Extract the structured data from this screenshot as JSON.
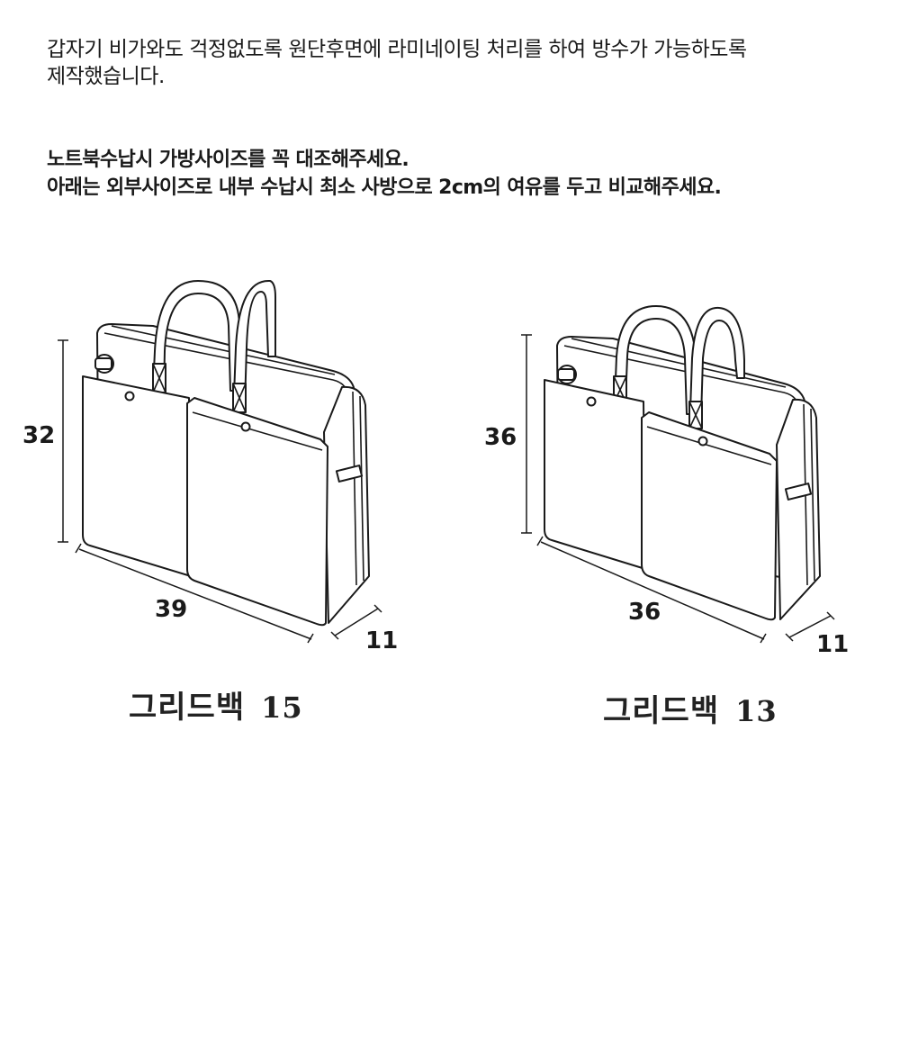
{
  "intro": {
    "line1": "갑자기 비가와도 걱정없도록 원단후면에 라미네이팅 처리를 하여 방수가 가능하도록",
    "line2": "제작했습니다."
  },
  "notice": {
    "line1": "노트북수납시 가방사이즈를 꼭 대조해주세요.",
    "line2": "아래는 외부사이즈로 내부 수납시 최소 사방으로 2cm의 여유를 두고 비교해주세요."
  },
  "bags": [
    {
      "name": "그리드백",
      "model": "15",
      "height": "32",
      "width": "39",
      "depth": "11"
    },
    {
      "name": "그리드백",
      "model": "13",
      "height": "36",
      "width": "36",
      "depth": "11"
    }
  ]
}
